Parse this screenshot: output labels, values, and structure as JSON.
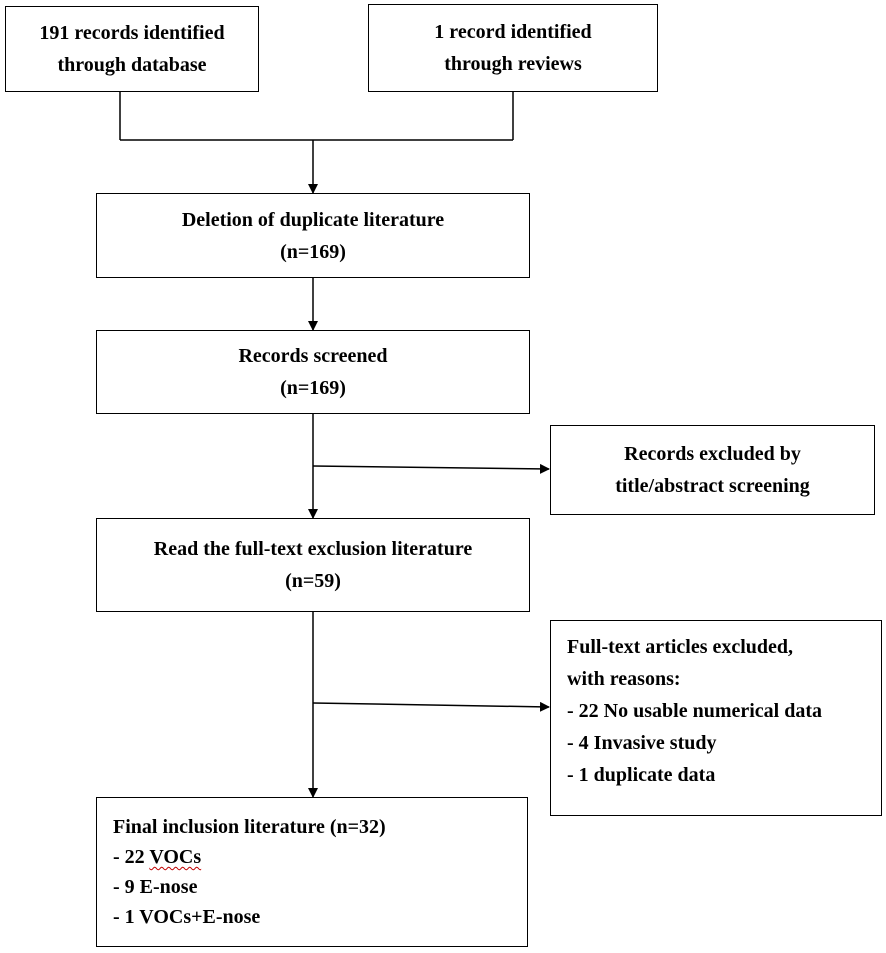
{
  "flowchart": {
    "source_database": {
      "line1": "191 records identified",
      "line2": "through database"
    },
    "source_reviews": {
      "line1": "1 record identified",
      "line2": "through reviews"
    },
    "duplicates_removed": {
      "line1": "Deletion of duplicate literature",
      "line2": "(n=169)"
    },
    "screened": {
      "line1": "Records screened",
      "line2": "(n=169)"
    },
    "excluded_title_abstract": {
      "line1": "Records excluded by",
      "line2": "title/abstract screening"
    },
    "full_text_read": {
      "line1": "Read the full-text exclusion literature",
      "line2": "(n=59)"
    },
    "full_text_excluded": {
      "title_line1": "Full-text articles excluded,",
      "title_line2": "with reasons:",
      "reasons": [
        "- 22 No usable numerical data",
        "- 4 Invasive study",
        "- 1 duplicate data"
      ]
    },
    "final_inclusion": {
      "title": "Final inclusion literature (n=32)",
      "item1_prefix": "- 22 ",
      "item1_term": "VOCs",
      "item2": "- 9 E-nose",
      "item3": "- 1 VOCs+E-nose"
    }
  }
}
